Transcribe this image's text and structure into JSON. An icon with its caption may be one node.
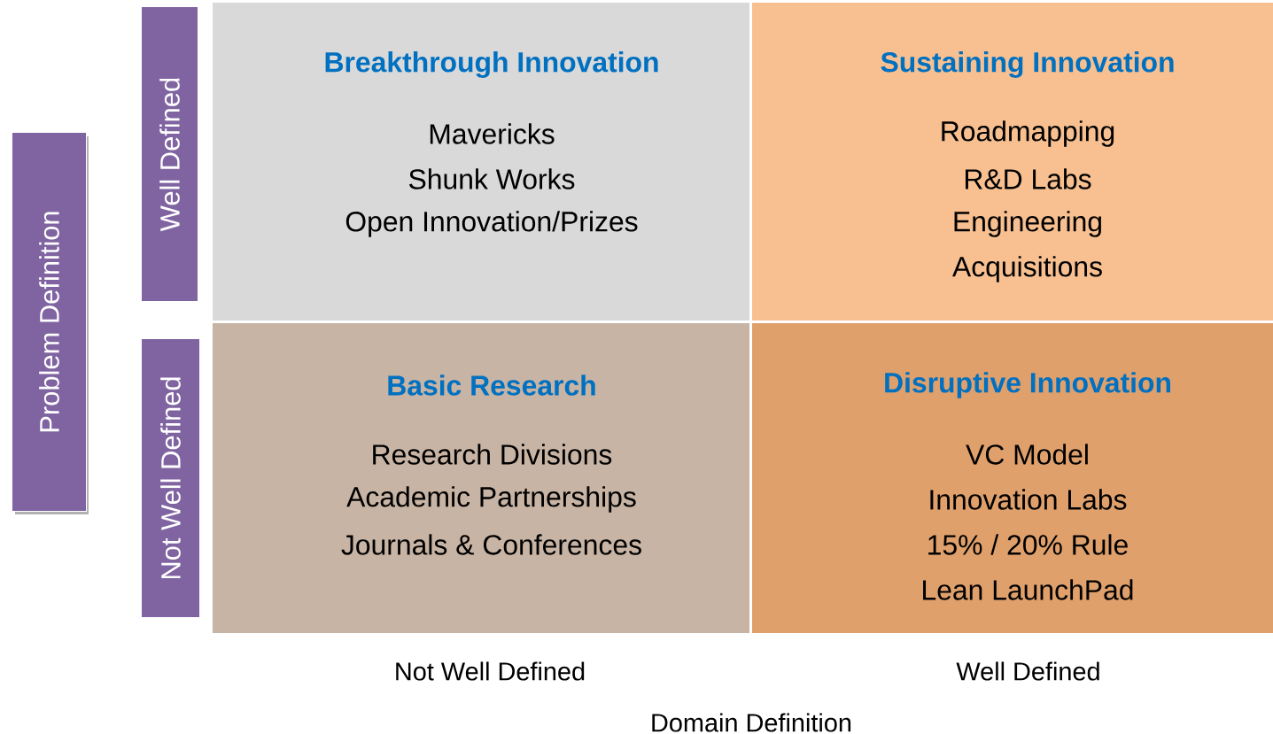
{
  "diagram": {
    "nodes": [
      {
        "text": [
          "Problem Definition"
        ]
      },
      {
        "text": [
          "Well Defined"
        ]
      },
      {
        "text": [
          "Not Well Defined"
        ]
      },
      {
        "text": [
          "Breakthrough Innovation",
          "Mavericks",
          "Shunk Works",
          "Open Innovation/Prizes"
        ]
      },
      {
        "text": [
          "Sustaining Innovation",
          "Roadmapping",
          "R&D Labs",
          "Engineering",
          "Acquisitions"
        ]
      },
      {
        "text": [
          "Basic Research",
          "Research Divisions",
          "Academic Partnerships",
          "Journals & Conferences"
        ]
      },
      {
        "text": [
          "Disruptive Innovation",
          "VC Model",
          "Innovation Labs",
          "15% / 20% Rule",
          "Lean LaunchPad"
        ]
      }
    ],
    "labels": [
      "Not Well Defined",
      "Well Defined",
      "Domain Definition"
    ]
  }
}
